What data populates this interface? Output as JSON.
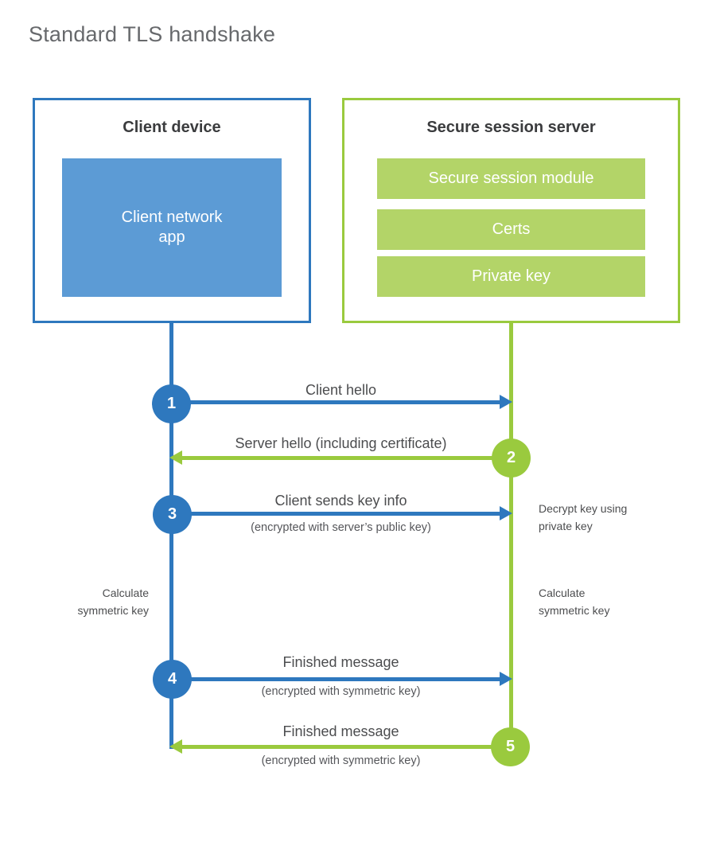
{
  "title": "Standard TLS handshake",
  "colors": {
    "blue": "#2E78BE",
    "blue_fill": "#5C9BD5",
    "green": "#9ACA3E",
    "green_fill": "#B3D468"
  },
  "client_box": {
    "title": "Client device",
    "app_label": "Client network\napp"
  },
  "server_box": {
    "title": "Secure session server",
    "modules": [
      "Secure session module",
      "Certs",
      "Private key"
    ]
  },
  "steps": [
    {
      "num": "1",
      "from": "client",
      "direction": "right",
      "label": "Client hello",
      "sub": ""
    },
    {
      "num": "2",
      "from": "server",
      "direction": "left",
      "label": "Server hello (including certificate)",
      "sub": ""
    },
    {
      "num": "3",
      "from": "client",
      "direction": "right",
      "label": "Client sends key info",
      "sub": "(encrypted with server’s public key)"
    },
    {
      "num": "4",
      "from": "client",
      "direction": "right",
      "label": "Finished message",
      "sub": "(encrypted with symmetric key)"
    },
    {
      "num": "5",
      "from": "server",
      "direction": "left",
      "label": "Finished message",
      "sub": "(encrypted with symmetric key)"
    }
  ],
  "annotations": {
    "decrypt_note": "Decrypt key using\nprivate key",
    "calculate_left": "Calculate\nsymmetric key",
    "calculate_right": "Calculate\nsymmetric key"
  }
}
